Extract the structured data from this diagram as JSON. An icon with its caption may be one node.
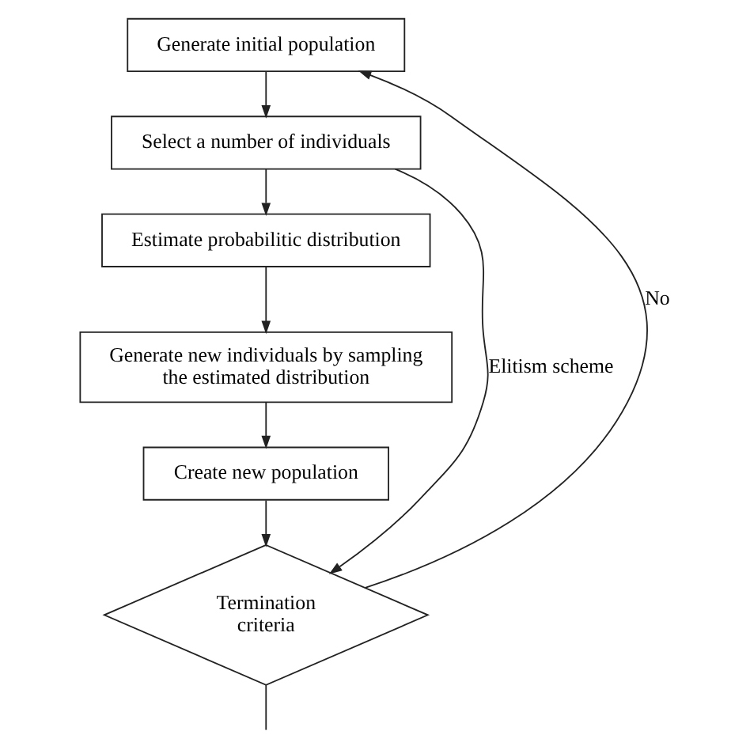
{
  "diagram": {
    "nodes": [
      {
        "text": [
          "Generate initial population"
        ]
      },
      {
        "text": [
          "Select a number of individuals"
        ]
      },
      {
        "text": [
          "Estimate probabilitic distribution"
        ]
      },
      {
        "text": [
          "Generate new individuals by sampling the estimated distribution"
        ]
      },
      {
        "text": [
          "Create new population"
        ]
      },
      {
        "text": [
          "Termination criteria"
        ]
      }
    ],
    "edges": [
      {
        "from": 0,
        "to": 1,
        "arrow": "to"
      },
      {
        "from": 1,
        "to": 2,
        "arrow": "to"
      },
      {
        "from": 2,
        "to": 3,
        "arrow": "to"
      },
      {
        "from": 3,
        "to": 4,
        "arrow": "to"
      },
      {
        "from": 4,
        "to": 5,
        "arrow": "to"
      },
      {
        "from": 5,
        "to": 0,
        "label": "No",
        "arrow": "to"
      },
      {
        "from": 1,
        "to": 5,
        "label": "Elitism scheme",
        "arrow": "to"
      },
      {
        "from": 5,
        "to": null,
        "arrow": "none"
      }
    ]
  }
}
